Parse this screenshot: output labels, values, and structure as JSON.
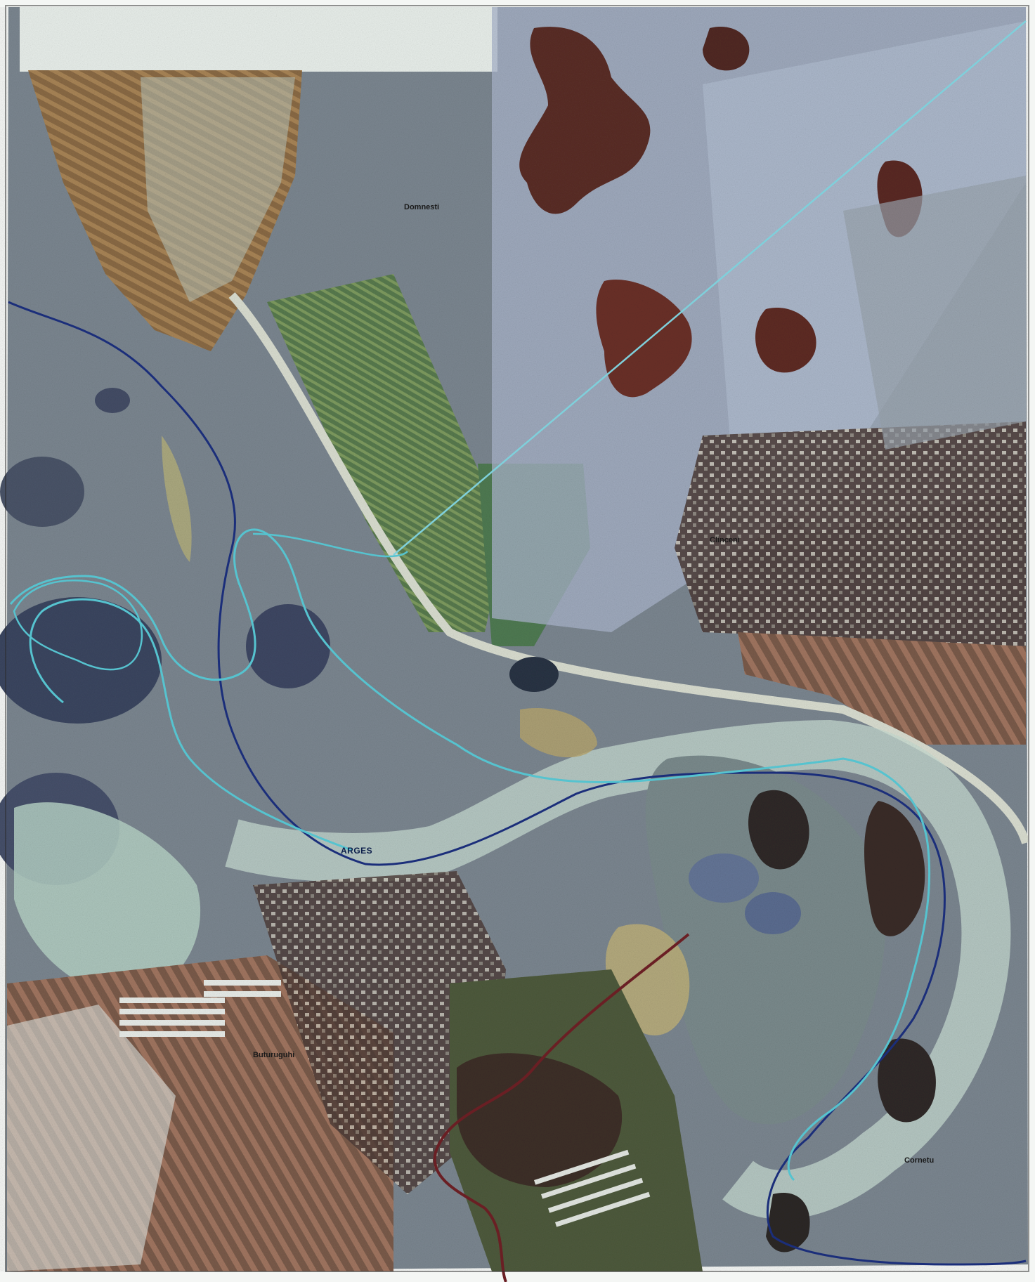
{
  "map": {
    "labels": {
      "domnesti": "Domnesti",
      "clinceni": "Clinceni",
      "arges": "ARGES",
      "bragadiru": "Buturuguhi",
      "cornetu": "Cornetu"
    },
    "layers": {
      "river_course_old": {
        "color": "#1b2e7a"
      },
      "river_course_new": {
        "color": "#56c3cf"
      },
      "railway_track": {
        "color": "#6a1f24"
      }
    },
    "colors": {
      "forest": "#6d7a80",
      "fields_brown": "#8a6a45",
      "fields_green": "#6f8a55",
      "water": "#3e4b63",
      "floodplain": "#b9ccc4",
      "overlay_blue": "#a9b4cb",
      "wetland_dark": "#4a2a24"
    }
  }
}
